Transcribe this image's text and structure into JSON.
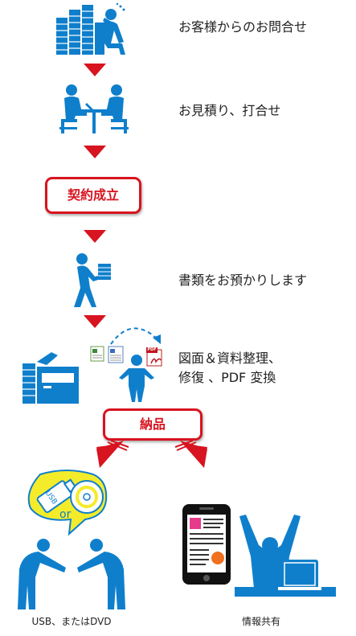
{
  "steps": {
    "inquiry": "お客様からのお問合せ",
    "estimate": "お見積り、打合せ",
    "contract": "契約成立",
    "receive": "書類をお預かりします",
    "process_line1": "図面＆資料整理、",
    "process_line2": "修復 、PDF 変換",
    "delivery": "納品"
  },
  "outputs": {
    "usb_dvd": "USB、またはDVD",
    "share": "情報共有",
    "usb_label": "USB",
    "or_label": "or",
    "pdf_label": "PDF"
  },
  "colors": {
    "blue": "#0f7fcc",
    "red": "#d7141f",
    "yellow": "#f4ec2a"
  }
}
